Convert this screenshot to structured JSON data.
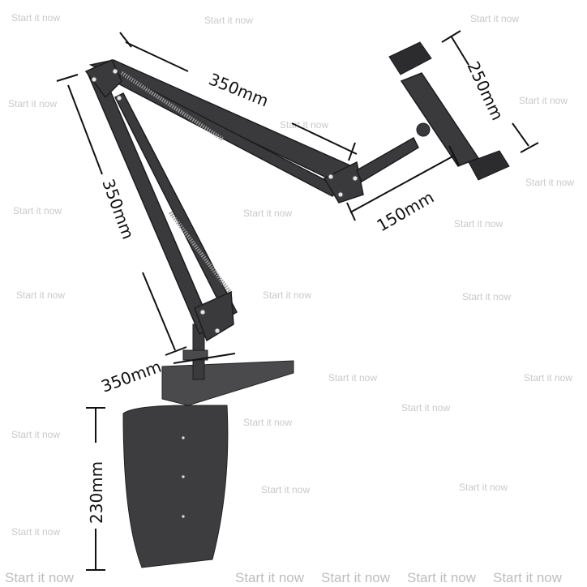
{
  "watermark": "Start it now",
  "dimensions": {
    "upper_arm": "350mm",
    "lower_arm": "350mm",
    "tablet_holder": "250mm",
    "holder_arm": "150mm",
    "base_depth": "350mm",
    "base_height": "230mm"
  },
  "colors": {
    "product": "#3a3a3c",
    "dimension_lines": "#111111",
    "watermark": "#c9c9c9"
  }
}
